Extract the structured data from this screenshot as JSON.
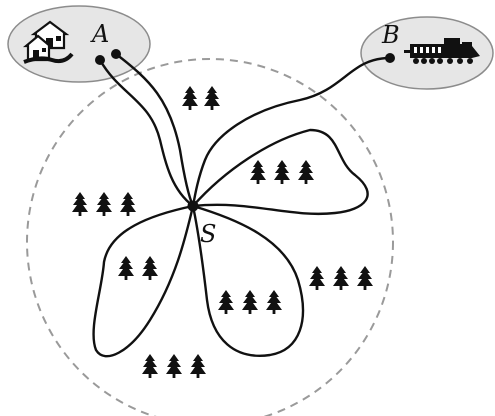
{
  "labels": {
    "a": "A",
    "b": "B",
    "s": "S"
  },
  "colors": {
    "ink": "#111111",
    "ellipse_fill": "#e6e6e6",
    "ellipse_stroke": "#8c8c8c",
    "dashed_circle": "#9a9a9a"
  },
  "icons": {
    "a": "houses-icon",
    "b": "train-icon",
    "trees": "tree-cluster-icon"
  }
}
